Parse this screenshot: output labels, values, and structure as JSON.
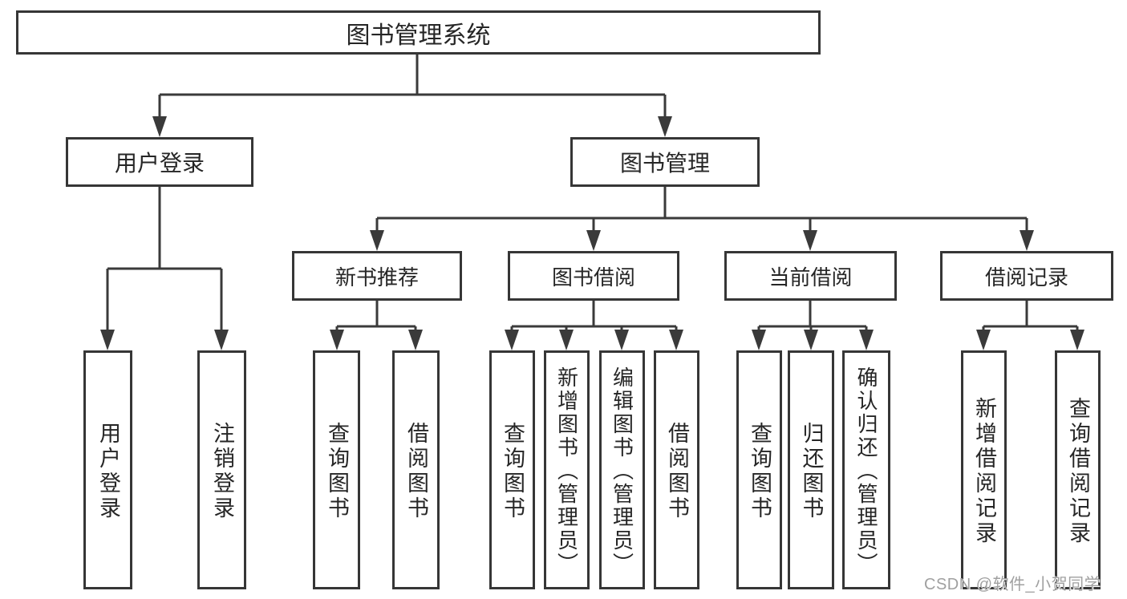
{
  "tree": {
    "root": {
      "label": "图书管理系统"
    },
    "branches": [
      {
        "label": "用户登录",
        "children": [
          {
            "label": "用户登录"
          },
          {
            "label": "注销登录"
          }
        ]
      },
      {
        "label": "图书管理",
        "children": [
          {
            "label": "新书推荐",
            "children": [
              {
                "label": "查询图书"
              },
              {
                "label": "借阅图书"
              }
            ]
          },
          {
            "label": "图书借阅",
            "children": [
              {
                "label": "查询图书"
              },
              {
                "label": "新增图书（管理员）"
              },
              {
                "label": "编辑图书（管理员）"
              },
              {
                "label": "借阅图书"
              }
            ]
          },
          {
            "label": "当前借阅",
            "children": [
              {
                "label": "查询图书"
              },
              {
                "label": "归还图书"
              },
              {
                "label": "确认归还（管理员）"
              }
            ]
          },
          {
            "label": "借阅记录",
            "children": [
              {
                "label": "新增借阅记录"
              },
              {
                "label": "查询借阅记录"
              }
            ]
          }
        ]
      }
    ]
  },
  "watermark": {
    "text": "CSDN @软件_小贺同学"
  },
  "colors": {
    "line": "#3a3a3a",
    "box_border": "#363636",
    "text": "#262626",
    "watermark": "#a0a0a0",
    "background": "#ffffff"
  }
}
